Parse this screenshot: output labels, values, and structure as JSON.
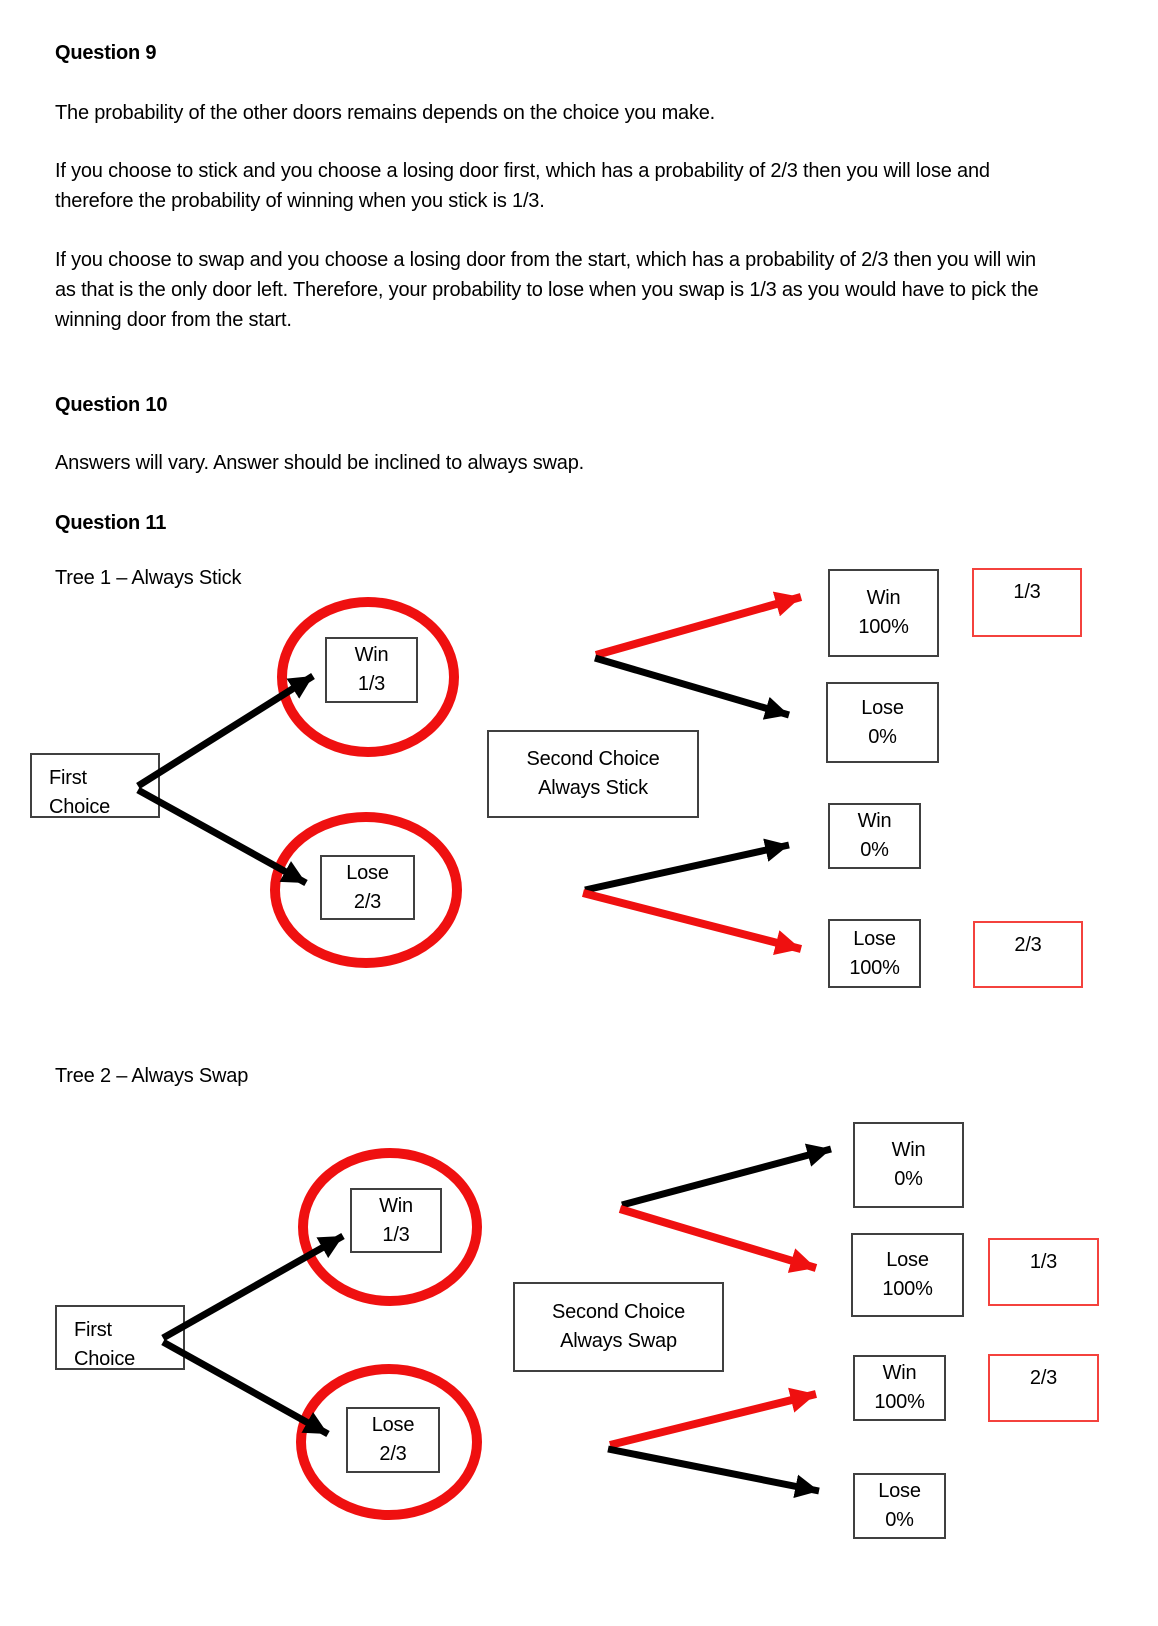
{
  "colors": {
    "highlight_red": "#ef1010",
    "prob_box_red": "#f4423d",
    "line_black": "#000000",
    "box_border": "#404040",
    "text": "#000000",
    "background": "#ffffff"
  },
  "q9": {
    "heading": "Question 9",
    "p1": "The probability of the other doors remains depends on the choice you make.",
    "p2": "If you choose to stick and you choose a losing door first, which has a probability of 2/3 then you will lose and therefore the probability of winning when you stick is 1/3.",
    "p3": "If you choose to swap and you choose a losing door from the start, which has a probability of 2/3 then you will win as that is the only door left. Therefore, your probability to lose when you swap is 1/3 as you would have to pick the winning door from the start."
  },
  "q10": {
    "heading": "Question 10",
    "p1": "Answers will vary. Answer should be inclined to always swap."
  },
  "q11": {
    "heading": "Question 11"
  },
  "tree1": {
    "title": "Tree 1 – Always Stick",
    "first_choice": {
      "line1": "First",
      "line2": "Choice"
    },
    "win_branch": {
      "line1": "Win",
      "line2": "1/3"
    },
    "lose_branch": {
      "line1": "Lose",
      "line2": "2/3"
    },
    "second_choice": {
      "line1": "Second Choice",
      "line2": "Always Stick"
    },
    "outcome_win_100": {
      "line1": "Win",
      "line2": "100%"
    },
    "outcome_lose_0": {
      "line1": "Lose",
      "line2": "0%"
    },
    "outcome_win_0": {
      "line1": "Win",
      "line2": "0%"
    },
    "outcome_lose_100": {
      "line1": "Lose",
      "line2": "100%"
    },
    "prob_top": "1/3",
    "prob_bottom": "2/3"
  },
  "tree2": {
    "title": "Tree 2 – Always Swap",
    "first_choice": {
      "line1": "First",
      "line2": "Choice"
    },
    "win_branch": {
      "line1": "Win",
      "line2": "1/3"
    },
    "lose_branch": {
      "line1": "Lose",
      "line2": "2/3"
    },
    "second_choice": {
      "line1": "Second Choice",
      "line2": "Always Swap"
    },
    "outcome_win_0": {
      "line1": "Win",
      "line2": "0%"
    },
    "outcome_lose_100": {
      "line1": "Lose",
      "line2": "100%"
    },
    "outcome_win_100": {
      "line1": "Win",
      "line2": "100%"
    },
    "outcome_lose_0": {
      "line1": "Lose",
      "line2": "0%"
    },
    "prob_top": "1/3",
    "prob_bottom": "2/3"
  }
}
